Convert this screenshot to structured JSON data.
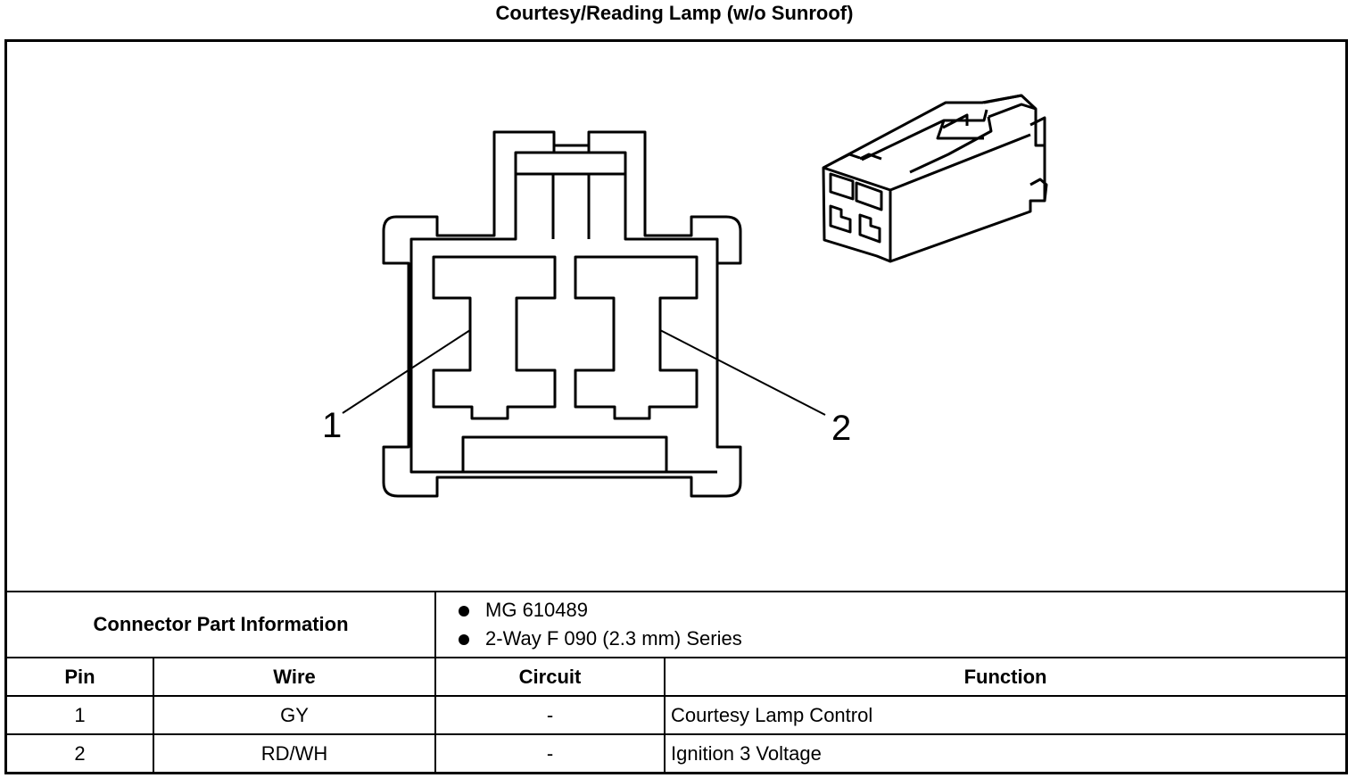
{
  "title": "Courtesy/Reading Lamp (w/o Sunroof)",
  "connector": {
    "pin_labels": [
      "1",
      "2"
    ]
  },
  "part_info": {
    "label": "Connector Part Information",
    "items": [
      "MG 610489",
      "2-Way F 090 (2.3 mm) Series"
    ]
  },
  "table": {
    "headers": {
      "pin": "Pin",
      "wire": "Wire",
      "circuit": "Circuit",
      "function": "Function"
    },
    "rows": [
      {
        "pin": "1",
        "wire": "GY",
        "circuit": "-",
        "function": "Courtesy Lamp Control"
      },
      {
        "pin": "2",
        "wire": "RD/WH",
        "circuit": "-",
        "function": "Ignition 3 Voltage"
      }
    ]
  }
}
